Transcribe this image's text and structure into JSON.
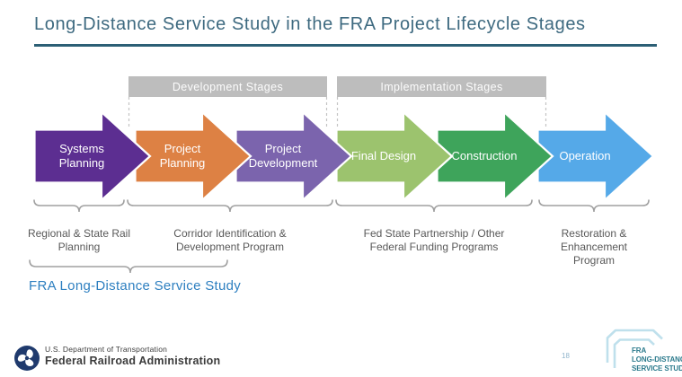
{
  "slide": {
    "title": "Long-Distance Service Study in the FRA Project Lifecycle Stages",
    "page_number": "18"
  },
  "stage_groups": [
    {
      "label": "Development Stages"
    },
    {
      "label": "Implementation Stages"
    }
  ],
  "lifecycle_arrows": [
    {
      "label": "Systems\nPlanning",
      "color": "#5C2E91"
    },
    {
      "label": "Project\nPlanning",
      "color": "#DD8144"
    },
    {
      "label": "Project\nDevelopment",
      "color": "#7B64AD"
    },
    {
      "label": "Final Design",
      "color": "#9CC36E"
    },
    {
      "label": "Construction",
      "color": "#3EA45B"
    },
    {
      "label": "Operation",
      "color": "#55A9E8"
    }
  ],
  "program_labels": [
    {
      "label": "Regional & State Rail\nPlanning"
    },
    {
      "label": "Corridor Identification &\nDevelopment Program"
    },
    {
      "label": "Fed State Partnership / Other\nFederal Funding Programs"
    },
    {
      "label": "Restoration &\nEnhancement\nProgram"
    }
  ],
  "study_brace_label": "FRA Long-Distance Service Study",
  "footer": {
    "department": "U.S. Department of Transportation",
    "agency": "Federal Railroad Administration",
    "logo_lines": [
      "FRA",
      "LONG-DISTANCE",
      "SERVICE STUDY"
    ]
  },
  "colors": {
    "title": "#3E6A80",
    "title_rule": "#2C5F75",
    "stage_bar": "#BDBDBD",
    "brace": "#A0A0A0",
    "program_text": "#595959",
    "study_label": "#2D7FC0",
    "dot_logo_navy": "#1F3A6D",
    "fra_logo_outline": "#BFE0EC",
    "fra_logo_text": "#2B7A8C"
  }
}
